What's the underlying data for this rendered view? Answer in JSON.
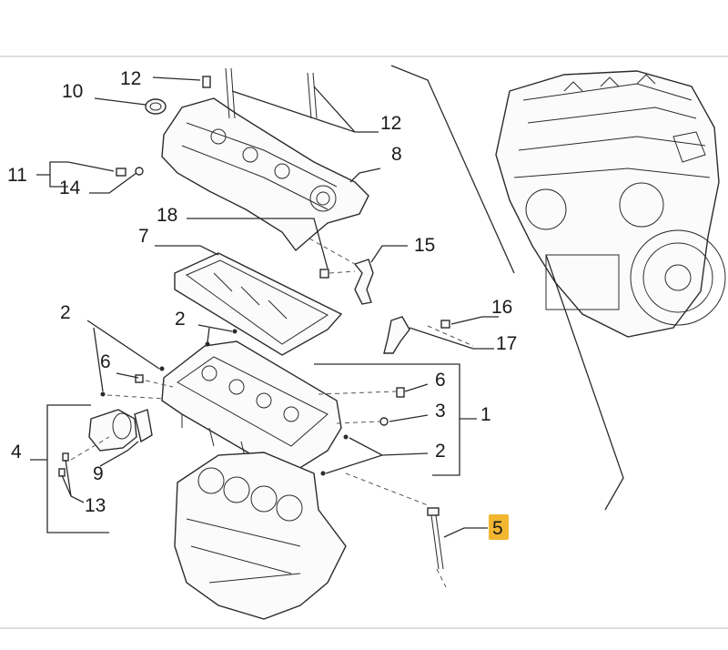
{
  "callouts": {
    "c1": "1",
    "c2a": "2",
    "c2b": "2",
    "c2c": "2",
    "c3": "3",
    "c4": "4",
    "c5": "5",
    "c6a": "6",
    "c6b": "6",
    "c7": "7",
    "c8": "8",
    "c9": "9",
    "c10": "10",
    "c11": "11",
    "c12a": "12",
    "c12b": "12",
    "c13": "13",
    "c14": "14",
    "c15": "15",
    "c16": "16",
    "c17": "17",
    "c18": "18"
  },
  "highlight": {
    "callout": "5",
    "color": "#f2b631"
  },
  "colors": {
    "line": "#2b2b2b",
    "background": "#ffffff"
  }
}
